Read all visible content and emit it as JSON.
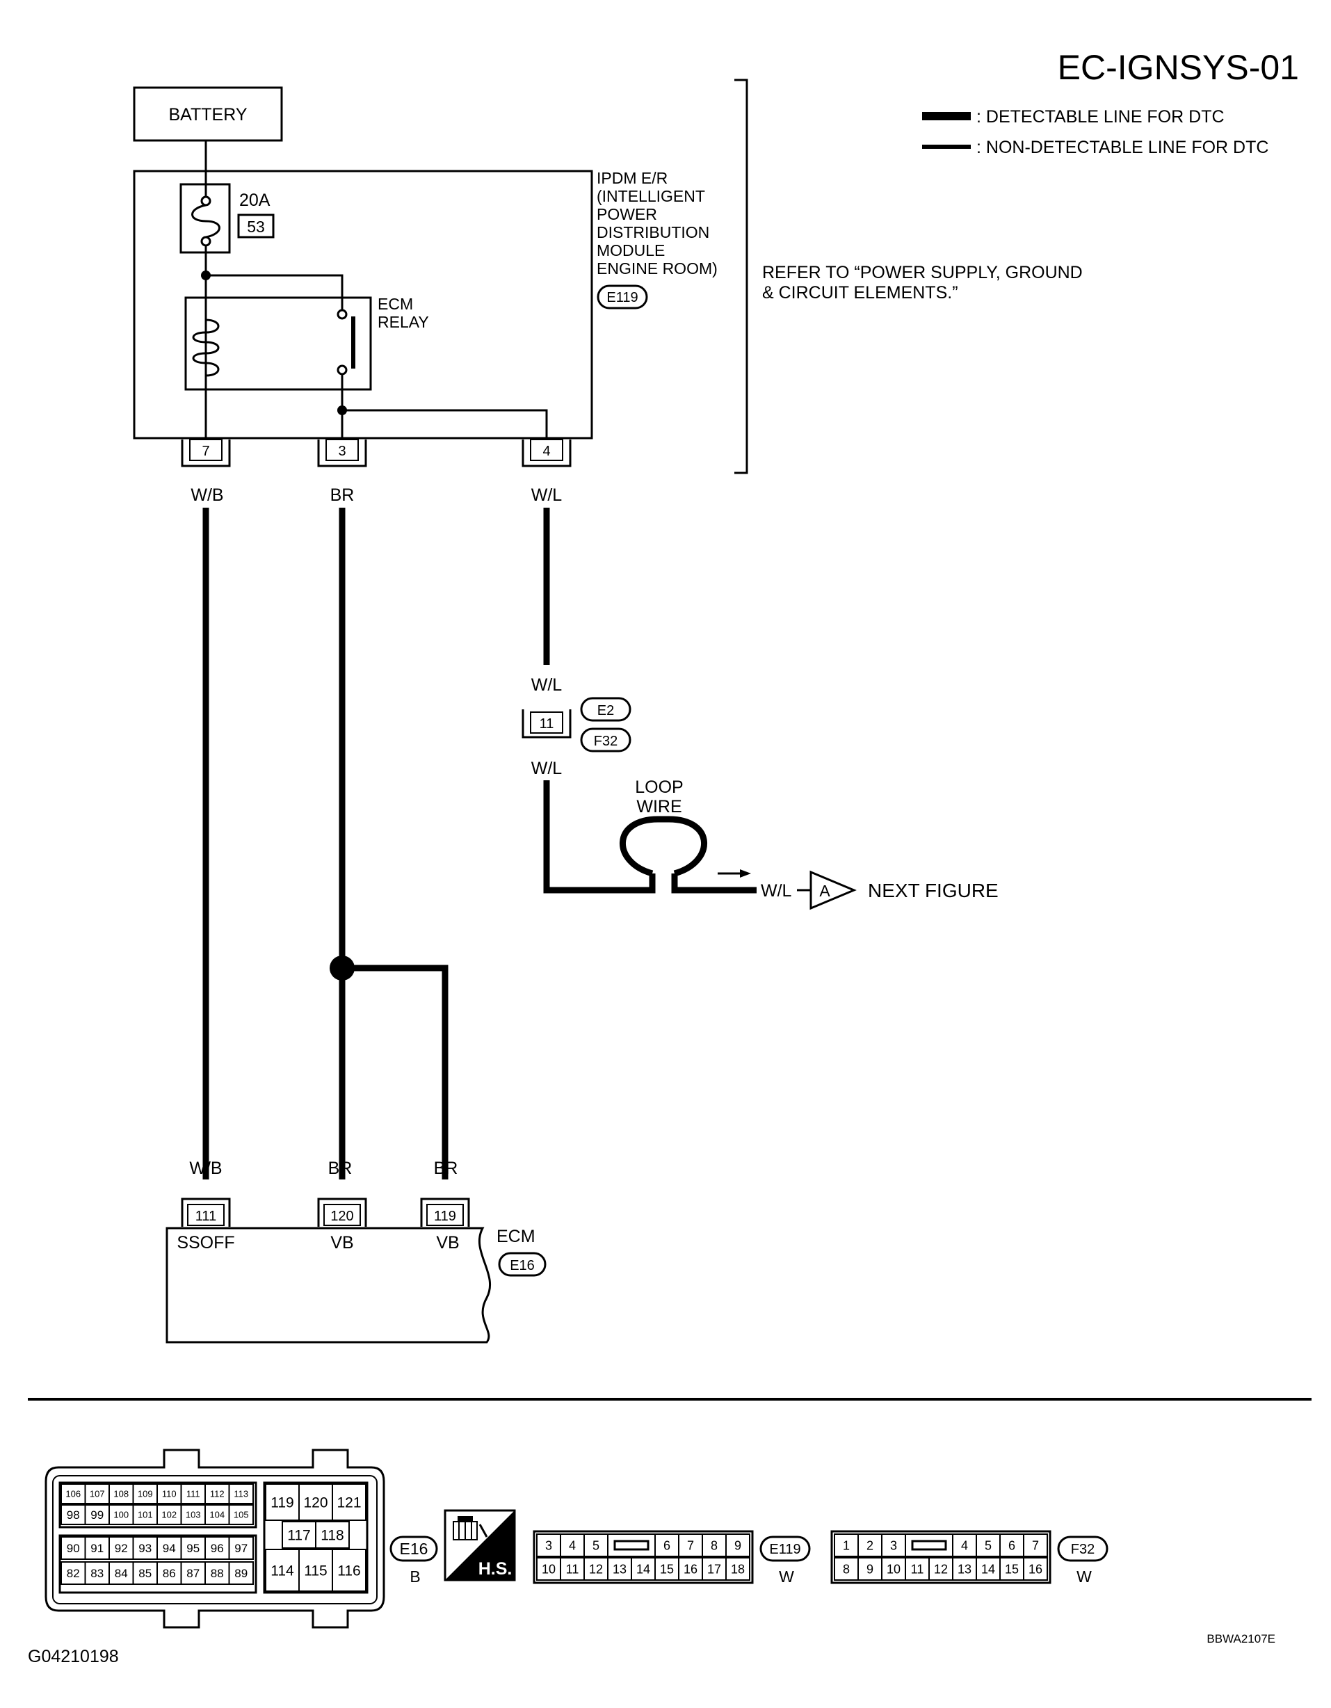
{
  "title": "EC-IGNSYS-01",
  "legend": {
    "detectable": ": DETECTABLE LINE FOR DTC",
    "non_detectable": ": NON-DETECTABLE LINE FOR DTC"
  },
  "battery": "BATTERY",
  "fuse": {
    "rating": "20A",
    "number": "53"
  },
  "ipdm": {
    "lines": [
      "IPDM E/R",
      "(INTELLIGENT",
      "POWER",
      "DISTRIBUTION",
      "MODULE",
      "ENGINE ROOM)"
    ],
    "connector": "E119"
  },
  "ecm_relay": [
    "ECM",
    "RELAY"
  ],
  "refer": [
    "REFER TO “POWER SUPPLY, GROUND",
    "& CIRCUIT ELEMENTS.”"
  ],
  "ipdm_terminals": [
    "7",
    "3",
    "4"
  ],
  "wires": {
    "wb": "W/B",
    "br": "BR",
    "wl": "W/L"
  },
  "joint": {
    "terminal": "11",
    "connectors": [
      "E2",
      "F32"
    ]
  },
  "loop_wire": [
    "LOOP",
    "WIRE"
  ],
  "offpage": {
    "wire": "W/L",
    "label": "A",
    "next": "NEXT FIGURE"
  },
  "ecm": {
    "name": "ECM",
    "connector": "E16",
    "terminals": [
      "111",
      "120",
      "119"
    ],
    "pin_labels": [
      "SSOFF",
      "VB",
      "VB"
    ]
  },
  "connector_views": {
    "e16": {
      "left_rows": [
        [
          "106",
          "107",
          "108",
          "109",
          "110",
          "111",
          "112",
          "113"
        ],
        [
          "98",
          "99",
          "100",
          "101",
          "102",
          "103",
          "104",
          "105"
        ],
        [
          "90",
          "91",
          "92",
          "93",
          "94",
          "95",
          "96",
          "97"
        ],
        [
          "82",
          "83",
          "84",
          "85",
          "86",
          "87",
          "88",
          "89"
        ]
      ],
      "right_rows": [
        [
          "119",
          "120",
          "121"
        ],
        [
          "117",
          "118"
        ],
        [
          "114",
          "115",
          "116"
        ]
      ],
      "name": "E16",
      "color": "B"
    },
    "hs_label": "H.S.",
    "e119": {
      "top_left": [
        "3",
        "4",
        "5"
      ],
      "top_right": [
        "6",
        "7",
        "8",
        "9"
      ],
      "bottom": [
        "10",
        "11",
        "12",
        "13",
        "14",
        "15",
        "16",
        "17",
        "18"
      ],
      "name": "E119",
      "color": "W"
    },
    "f32": {
      "top_left": [
        "1",
        "2",
        "3"
      ],
      "top_right": [
        "4",
        "5",
        "6",
        "7"
      ],
      "bottom": [
        "8",
        "9",
        "10",
        "11",
        "12",
        "13",
        "14",
        "15",
        "16"
      ],
      "name": "F32",
      "color": "W"
    }
  },
  "code_left": "G04210198",
  "code_right": "BBWA2107E"
}
